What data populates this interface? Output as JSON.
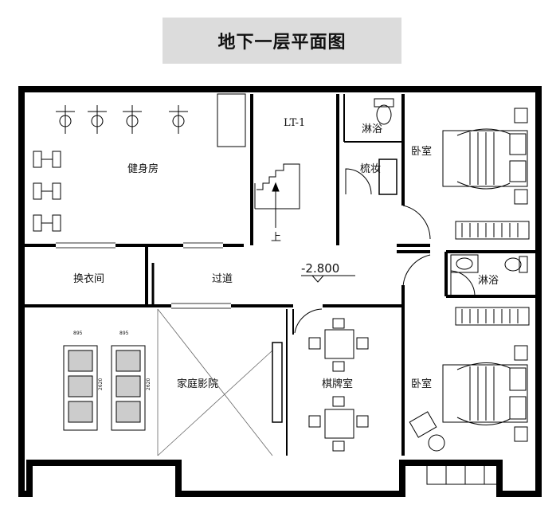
{
  "title": "地下一层平面图",
  "rooms": {
    "gym": "健身房",
    "lt": "LT-1",
    "shower_top": "淋浴",
    "vanity": "梳妆",
    "bedroom_top": "卧室",
    "up": "上",
    "changing": "换衣间",
    "corridor": "过道",
    "shower_right": "淋浴",
    "cinema": "家庭影院",
    "chess": "棋牌室",
    "bedroom_bottom": "卧室"
  },
  "elevation": "-2.800",
  "dimensions": {
    "seat_w1": "895",
    "seat_w2": "895",
    "seat_h1": "2620",
    "seat_h2": "2620"
  },
  "colors": {
    "wall": "#000000",
    "title_bg": "#dcdcdc",
    "line": "#222222"
  }
}
